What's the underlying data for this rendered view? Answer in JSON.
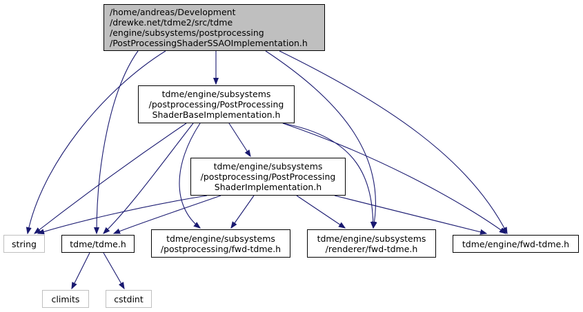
{
  "colors": {
    "edge": "#191970",
    "root_fill": "#bfbfbf",
    "node_border": "#000000",
    "external_border": "#bfbfbf"
  },
  "nodes": [
    {
      "id": "root",
      "label": "/home/andreas/Development\n/drewke.net/tdme2/src/tdme\n/engine/subsystems/postprocessing\n/PostProcessingShaderSSAOImplementation.h",
      "kind": "root"
    },
    {
      "id": "base",
      "label": "tdme/engine/subsystems\n/postprocessing/PostProcessing\nShaderBaseImplementation.h",
      "kind": "normal"
    },
    {
      "id": "impl",
      "label": "tdme/engine/subsystems\n/postprocessing/PostProcessing\nShaderImplementation.h",
      "kind": "normal"
    },
    {
      "id": "string",
      "label": "string",
      "kind": "external"
    },
    {
      "id": "tdmeh",
      "label": "tdme/tdme.h",
      "kind": "normal"
    },
    {
      "id": "ppfwd",
      "label": "tdme/engine/subsystems\n/postprocessing/fwd-tdme.h",
      "kind": "normal"
    },
    {
      "id": "rfwd",
      "label": "tdme/engine/subsystems\n/renderer/fwd-tdme.h",
      "kind": "normal"
    },
    {
      "id": "efwd",
      "label": "tdme/engine/fwd-tdme.h",
      "kind": "normal"
    },
    {
      "id": "climits",
      "label": "climits",
      "kind": "external"
    },
    {
      "id": "cstdint",
      "label": "cstdint",
      "kind": "external"
    }
  ],
  "edges": [
    {
      "from": "root",
      "to": "base"
    },
    {
      "from": "root",
      "to": "string"
    },
    {
      "from": "root",
      "to": "tdmeh"
    },
    {
      "from": "root",
      "to": "rfwd"
    },
    {
      "from": "root",
      "to": "efwd"
    },
    {
      "from": "base",
      "to": "impl"
    },
    {
      "from": "base",
      "to": "string"
    },
    {
      "from": "base",
      "to": "tdmeh"
    },
    {
      "from": "base",
      "to": "ppfwd"
    },
    {
      "from": "base",
      "to": "rfwd"
    },
    {
      "from": "base",
      "to": "efwd"
    },
    {
      "from": "impl",
      "to": "string"
    },
    {
      "from": "impl",
      "to": "tdmeh"
    },
    {
      "from": "impl",
      "to": "ppfwd"
    },
    {
      "from": "impl",
      "to": "rfwd"
    },
    {
      "from": "impl",
      "to": "efwd"
    },
    {
      "from": "tdmeh",
      "to": "climits"
    },
    {
      "from": "tdmeh",
      "to": "cstdint"
    }
  ]
}
